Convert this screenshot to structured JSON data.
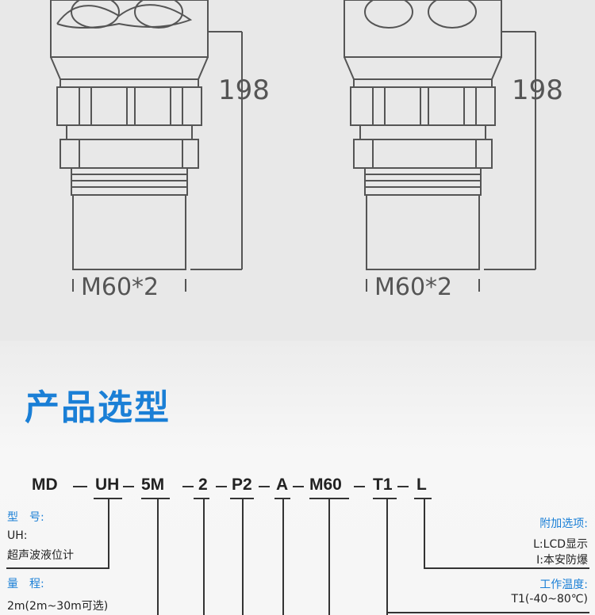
{
  "drawing": {
    "dimension_height": "198",
    "thread_label": "M60*2"
  },
  "section_title": "产品选型",
  "model_code": {
    "segments": [
      "MD",
      "UH",
      "5M",
      "2",
      "P2",
      "A",
      "M60",
      "T1",
      "L"
    ]
  },
  "left_labels": {
    "model_title": "型　号:",
    "model_code": "UH:",
    "model_desc": "超声波液位计",
    "range_title": "量　程:",
    "range_value": "2m(2m~30m可选)"
  },
  "right_labels": {
    "options_title": "附加选项:",
    "option_lcd": "L:LCD显示",
    "option_ex": "I:本安防爆",
    "temp_title": "工作温度:",
    "temp_value": "T1(-40~80℃)"
  }
}
